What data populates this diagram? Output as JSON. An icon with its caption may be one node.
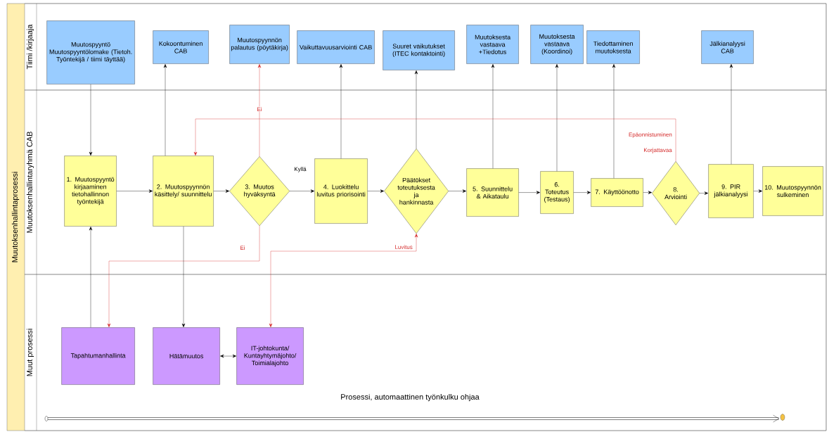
{
  "diagram": {
    "nodes": [
      {
        "text": [
          "Muutoksenhallintaprosessi"
        ]
      },
      {
        "text": [
          "Tiimi /kirjaaja"
        ],
        "in": 0
      },
      {
        "text": [
          "Muutoksenhallintaryhmä CAB"
        ],
        "in": 0
      },
      {
        "text": [
          "Muut prosessi"
        ],
        "in": 0
      },
      {
        "text": [
          "Muutospyyntö Muutospyyntölomake (Tietoh. Työntekijä / tiimi täyttää)"
        ],
        "in": 1
      },
      {
        "text": [
          "Kokoontuminen CAB"
        ],
        "in": 1
      },
      {
        "text": [
          "Muutospyynnön palautus (pöytäkirja)"
        ],
        "in": 1
      },
      {
        "text": [
          "Vaikuttavuusarviointi CAB"
        ],
        "in": 1
      },
      {
        "text": [
          "Suuret vaikutukset (ITEC kontaktointi)"
        ],
        "in": 1
      },
      {
        "text": [
          "Muutoksesta vastaava +Tiedotus"
        ],
        "in": 1
      },
      {
        "text": [
          "Muutoksesta vastaava (Koordinoi)"
        ],
        "in": 1
      },
      {
        "text": [
          "Tiedottaminen muutoksesta"
        ],
        "in": 1
      },
      {
        "text": [
          "Jälkianalyysi CAB"
        ],
        "in": 1
      },
      {
        "text": [
          "1. Muutospyyntö kirjaaminen tietohallinnon työntekijä"
        ],
        "in": 2
      },
      {
        "text": [
          "2. Muutospyynnön käsittely/ suunnittelu"
        ],
        "in": 2
      },
      {
        "text": [
          "3. Muutos hyväksyntä"
        ],
        "in": 2
      },
      {
        "text": [
          "4. Luokittelu luvitus priorisointi"
        ],
        "in": 2
      },
      {
        "text": [
          "Päätökset toteutuksesta ja hankinnasta"
        ],
        "in": 2
      },
      {
        "text": [
          "5. Suunnittelu & Aikataulu"
        ],
        "in": 2
      },
      {
        "text": [
          "6. Toteutus (Testaus)"
        ],
        "in": 2
      },
      {
        "text": [
          "7. Käyttöönotto"
        ],
        "in": 2
      },
      {
        "text": [
          "8. Arviointi"
        ],
        "in": 2
      },
      {
        "text": [
          "9. PIR jälkianalyysi"
        ],
        "in": 2
      },
      {
        "text": [
          "10. Muutospyynnön sulkeminen"
        ],
        "in": 2
      },
      {
        "text": [
          "Tapahtumanhallinta"
        ],
        "in": 3
      },
      {
        "text": [
          "Hätämuutos"
        ],
        "in": 3
      },
      {
        "text": [
          "IT-johtokunta/ Kuntayhtymäjohto/ Toimialajohto"
        ],
        "in": 3
      }
    ],
    "edges": [
      {
        "from": 4,
        "to": 13,
        "arrow": "to"
      },
      {
        "from": 14,
        "to": 5,
        "arrow": "to"
      },
      {
        "from": 15,
        "to": 6,
        "arrow": "to",
        "label": "Ei",
        "color": "#d42a2a"
      },
      {
        "from": 16,
        "to": 7,
        "arrow": "to"
      },
      {
        "from": 17,
        "to": 8,
        "arrow": "to"
      },
      {
        "from": 18,
        "to": 9,
        "arrow": "to"
      },
      {
        "from": 19,
        "to": 10,
        "arrow": "to"
      },
      {
        "from": 20,
        "to": 11,
        "arrow": "to"
      },
      {
        "from": 22,
        "to": 12,
        "arrow": "to"
      },
      {
        "from": 13,
        "to": 14,
        "arrow": "to"
      },
      {
        "from": 14,
        "to": 15,
        "arrow": "to"
      },
      {
        "from": 15,
        "to": 16,
        "arrow": "to",
        "label": "Kyllä"
      },
      {
        "from": 16,
        "to": 17,
        "arrow": "to"
      },
      {
        "from": 17,
        "to": 18,
        "arrow": "to"
      },
      {
        "from": 18,
        "to": 19,
        "arrow": "to"
      },
      {
        "from": 19,
        "to": 20,
        "arrow": "to"
      },
      {
        "from": 20,
        "to": 21,
        "arrow": "to"
      },
      {
        "from": 21,
        "to": 22,
        "arrow": "to"
      },
      {
        "from": 22,
        "to": 23,
        "arrow": "to"
      },
      {
        "from": 21,
        "to": 14,
        "arrow": "to",
        "label": "Epäonnistuminen",
        "color": "#d42a2a"
      },
      {
        "from": 15,
        "to": 24,
        "arrow": "to",
        "label": "Ei",
        "color": "#d42a2a"
      },
      {
        "from": 17,
        "to": 26,
        "arrow": "both",
        "label": "Luvitus",
        "color": "#d42a2a"
      },
      {
        "from": 14,
        "to": 25,
        "arrow": "to"
      },
      {
        "from": 24,
        "to": 13,
        "arrow": "to"
      },
      {
        "from": 25,
        "to": 26,
        "arrow": "both"
      }
    ],
    "labels": [
      "Korjattavaa",
      "Prosessi, automaattinen työnkulku ohjaa"
    ]
  }
}
